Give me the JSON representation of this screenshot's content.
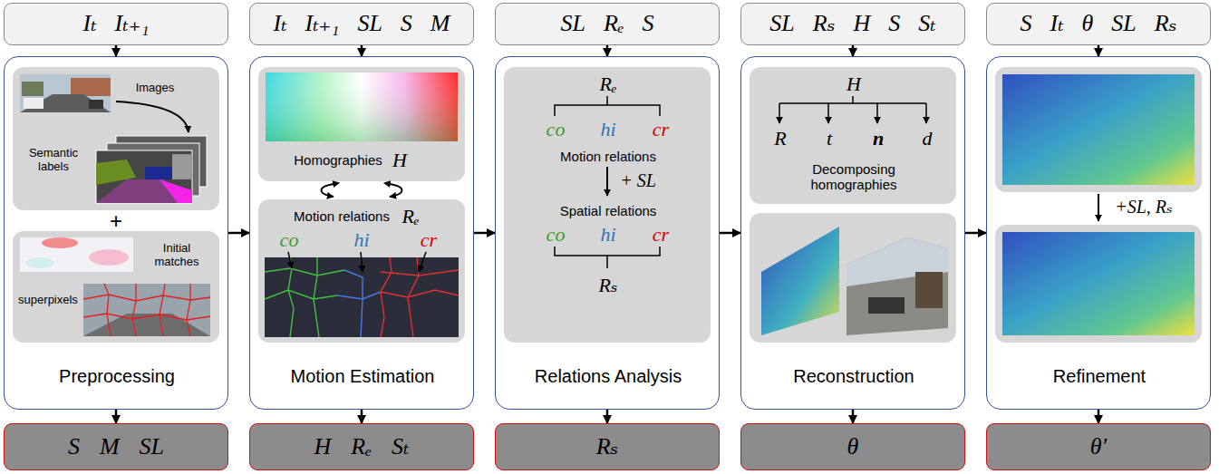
{
  "diagram": {
    "nodes": [
      {
        "text": [
          "Iₜ",
          "Iₜ₊₁"
        ]
      },
      {
        "text": [
          "Preprocessing"
        ]
      },
      {
        "text": [
          "Images",
          "Semantic labels"
        ],
        "in": 1
      },
      {
        "text": [
          "Initial matches",
          "superpixels"
        ],
        "in": 1
      },
      {
        "text": [
          "S",
          "M",
          "SL"
        ]
      },
      {
        "text": [
          "Iₜ",
          "Iₜ₊₁",
          "SL",
          "S",
          "M"
        ]
      },
      {
        "text": [
          "Motion Estimation"
        ]
      },
      {
        "text": [
          "Homographies",
          "H"
        ],
        "in": 6
      },
      {
        "text": [
          "Motion relations",
          "Rₑ",
          "co",
          "hi",
          "cr"
        ],
        "in": 6
      },
      {
        "text": [
          "H",
          "Rₑ",
          "Sₜ"
        ]
      },
      {
        "text": [
          "SL",
          "Rₑ",
          "S"
        ]
      },
      {
        "text": [
          "Relations Analysis"
        ]
      },
      {
        "text": [
          "Rₑ",
          "co",
          "hi",
          "cr",
          "Motion relations",
          "Spatial relations",
          "co",
          "hi",
          "cr",
          "Rₛ"
        ],
        "in": 11
      },
      {
        "text": [
          "Rₛ"
        ]
      },
      {
        "text": [
          "SL",
          "Rₛ",
          "H",
          "S",
          "Sₜ"
        ]
      },
      {
        "text": [
          "Reconstruction"
        ]
      },
      {
        "text": [
          "H",
          "R",
          "t",
          "n",
          "d",
          "Decomposing homographies"
        ],
        "in": 15
      },
      {
        "text": [
          "θ"
        ]
      },
      {
        "text": [
          "S",
          "Iₜ",
          "θ",
          "SL",
          "Rₛ"
        ]
      },
      {
        "text": [
          "Refinement"
        ]
      },
      {
        "text": [
          "θ′"
        ]
      }
    ],
    "edges": [
      {
        "from": 0,
        "to": 1,
        "arrow": "to"
      },
      {
        "from": 1,
        "to": 4,
        "arrow": "to"
      },
      {
        "from": 1,
        "to": 6,
        "arrow": "to"
      },
      {
        "from": 5,
        "to": 6,
        "arrow": "to"
      },
      {
        "from": 6,
        "to": 9,
        "arrow": "to"
      },
      {
        "from": 6,
        "to": 11,
        "arrow": "to"
      },
      {
        "from": 10,
        "to": 11,
        "arrow": "to"
      },
      {
        "from": 11,
        "to": 13,
        "arrow": "to"
      },
      {
        "from": 11,
        "to": 15,
        "arrow": "to"
      },
      {
        "from": 14,
        "to": 15,
        "arrow": "to"
      },
      {
        "from": 15,
        "to": 17,
        "arrow": "to"
      },
      {
        "from": 15,
        "to": 19,
        "arrow": "to"
      },
      {
        "from": 18,
        "to": 19,
        "arrow": "to"
      },
      {
        "from": 19,
        "to": 20,
        "arrow": "to"
      }
    ],
    "labels": [
      "+",
      "+ SL",
      "+SL, Rₛ"
    ]
  }
}
